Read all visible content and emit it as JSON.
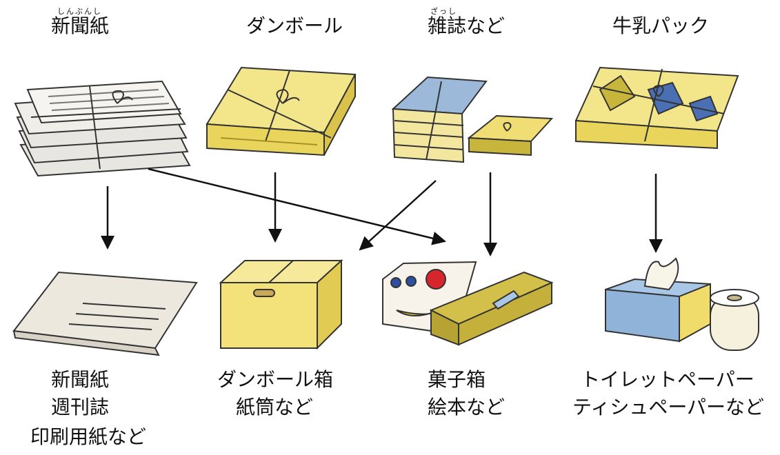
{
  "sources": {
    "newspaper": {
      "label": "新聞紙",
      "ruby": "しんぶんし"
    },
    "cardboard": {
      "label": "ダンボール"
    },
    "magazines": {
      "label": "雑誌など",
      "ruby": "ざっし"
    },
    "milk_carton": {
      "label": "牛乳パック"
    }
  },
  "products": {
    "newspaper": {
      "lines": [
        "新聞紙",
        "週刊誌",
        "印刷用紙など"
      ]
    },
    "cardboard": {
      "lines": [
        "ダンボール箱",
        "紙筒など"
      ]
    },
    "boxes": {
      "lines": [
        "菓子箱",
        "絵本など"
      ]
    },
    "tissue": {
      "lines": [
        "トイレットペーパー",
        "ティシュペーパーなど"
      ]
    }
  },
  "colors": {
    "yellow": "#f1e27a",
    "olive": "#c8b53c",
    "blue": "#8fb3d9",
    "paper": "#e8e6e0",
    "ink": "#222222"
  }
}
